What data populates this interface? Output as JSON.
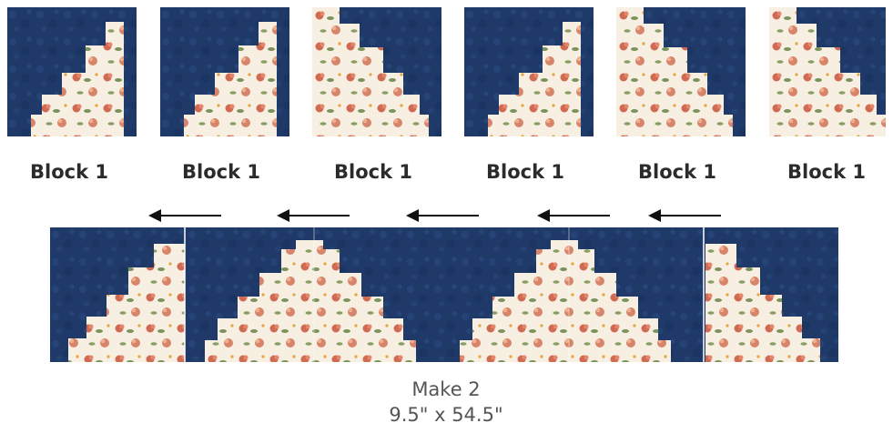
{
  "block_labels": [
    "Block 1",
    "Block 1",
    "Block 1",
    "Block 1",
    "Block 1",
    "Block 1"
  ],
  "caption": {
    "line1": "Make 2",
    "line2": "9.5\" x 54.5\""
  },
  "colors": {
    "navy": "#1f3a68",
    "cream": "#f6efe2",
    "floral_red": "#c9523a",
    "leaf_green": "#5b7a3a"
  }
}
